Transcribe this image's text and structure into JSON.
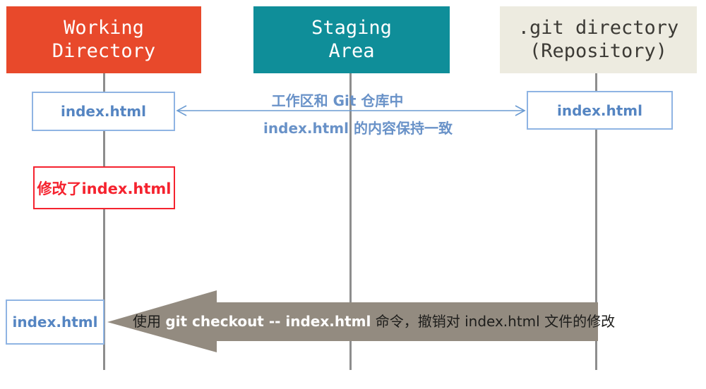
{
  "columns": [
    {
      "title_line1": "Working",
      "title_line2": "Directory",
      "bg": "#e8492b",
      "fg": "#ffffff"
    },
    {
      "title_line1": "Staging",
      "title_line2": "Area",
      "bg": "#0f8e99",
      "fg": "#ffffff"
    },
    {
      "title_line1": ".git directory",
      "title_line2": "(Repository)",
      "bg": "#edebe0",
      "fg": "#3c3a35"
    }
  ],
  "file_boxes": {
    "working_top": "index.html",
    "repository_top": "index.html",
    "working_bottom": "index.html",
    "text_color": "#5585c2",
    "border_color": "#8fb4e3"
  },
  "sync_note": {
    "line1": "工作区和 Git 仓库中",
    "line2": "index.html 的内容保持一致",
    "text_color": "#6992c8",
    "arrow_color": "#6b9bd2"
  },
  "modified_box": {
    "label": "修改了index.html",
    "color": "#f5232f"
  },
  "checkout_arrow": {
    "prefix": "使用 ",
    "command": "git checkout -- index.html",
    "suffix": " 命令，撤销对 index.html 文件的修改",
    "fill": "#938b80",
    "command_color": "#ffffff",
    "text_color": "#1d1d1b"
  },
  "lifeline_color": "#8d8d8d"
}
